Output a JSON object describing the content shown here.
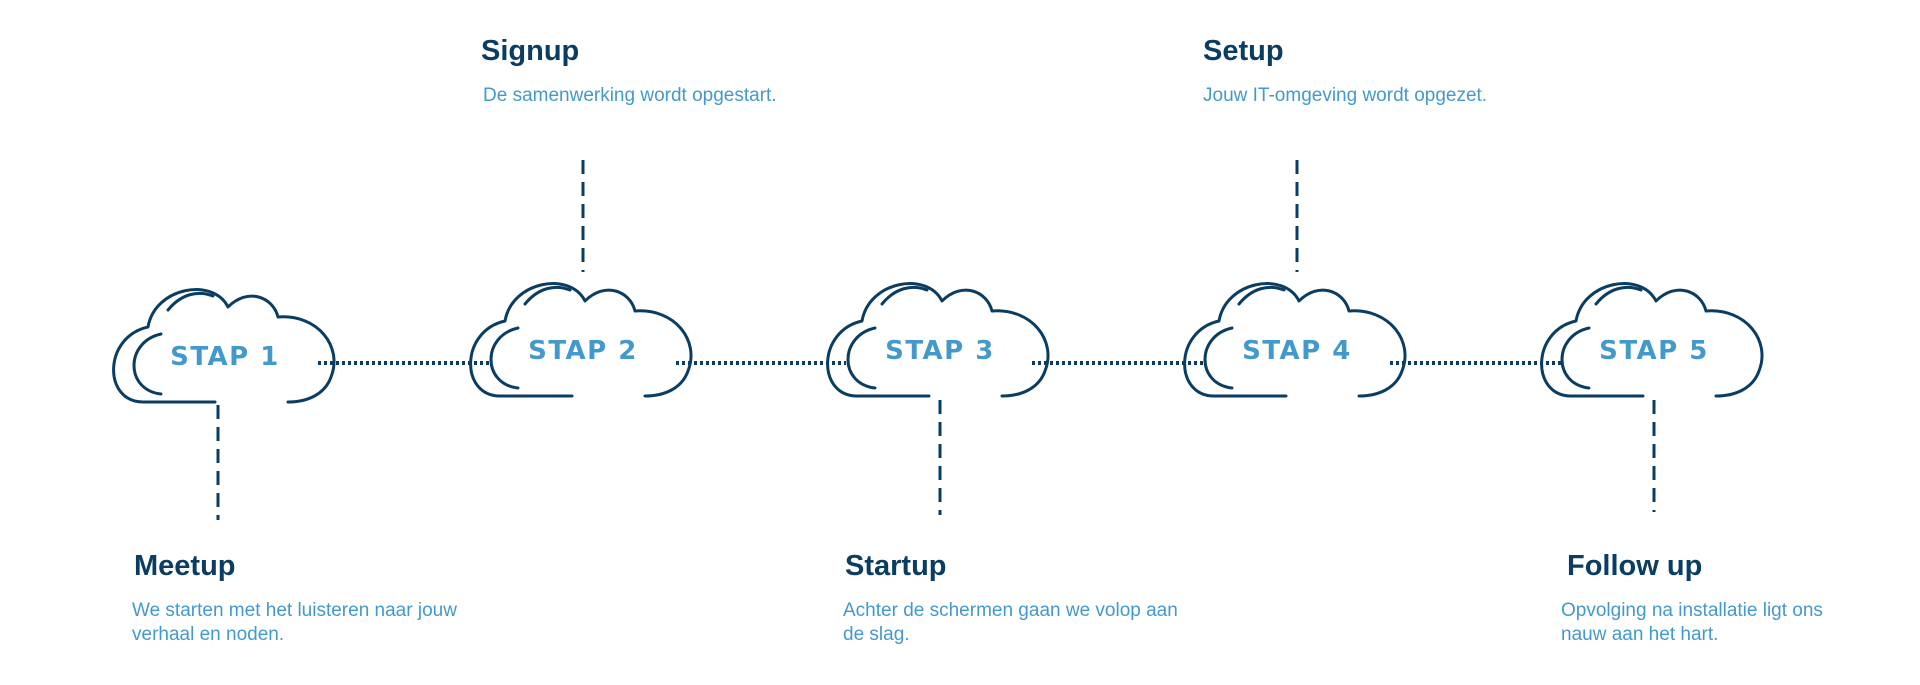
{
  "steps": [
    {
      "badge": "STAP 1",
      "title": "Meetup",
      "desc": "We starten met het luisteren naar jouw verhaal en noden."
    },
    {
      "badge": "STAP 2",
      "title": "Signup",
      "desc": "De samenwerking wordt opgestart."
    },
    {
      "badge": "STAP 3",
      "title": "Startup",
      "desc": "Achter de schermen gaan we volop aan de slag."
    },
    {
      "badge": "STAP 4",
      "title": "Setup",
      "desc": "Jouw IT-omgeving wordt opgezet."
    },
    {
      "badge": "STAP 5",
      "title": "Follow up",
      "desc": "Opvolging na installatie ligt ons nauw aan het hart."
    }
  ],
  "colors": {
    "dark": "#0b3d63",
    "accent": "#4499cc"
  }
}
